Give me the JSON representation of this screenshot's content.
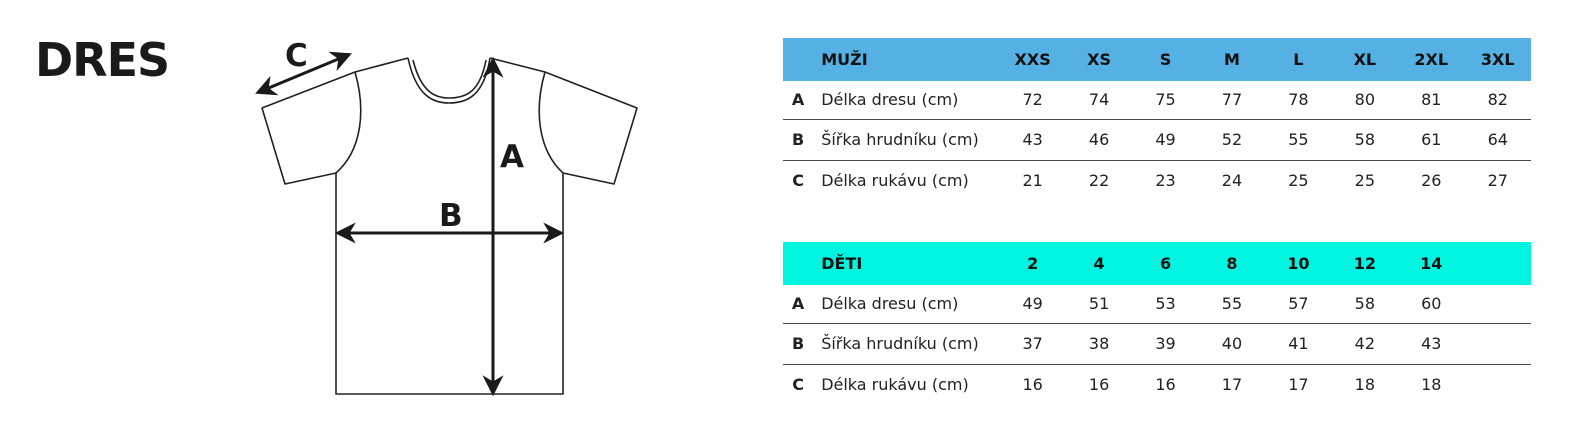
{
  "title": "DRES",
  "diagram": {
    "label_a": "A",
    "label_b": "B",
    "label_c": "C"
  },
  "men_table": {
    "header": "MUŽI",
    "sizes": [
      "XXS",
      "XS",
      "S",
      "M",
      "L",
      "XL",
      "2XL",
      "3XL"
    ],
    "header_color": "#55b0e3",
    "rows": [
      {
        "letter": "A",
        "label": "Délka dresu (cm)",
        "values": [
          "72",
          "74",
          "75",
          "77",
          "78",
          "80",
          "81",
          "82"
        ]
      },
      {
        "letter": "B",
        "label": "Šířka hrudníku (cm)",
        "values": [
          "43",
          "46",
          "49",
          "52",
          "55",
          "58",
          "61",
          "64"
        ]
      },
      {
        "letter": "C",
        "label": "Délka rukávu (cm)",
        "values": [
          "21",
          "22",
          "23",
          "24",
          "25",
          "25",
          "26",
          "27"
        ]
      }
    ]
  },
  "kids_table": {
    "header": "DĚTI",
    "sizes": [
      "2",
      "4",
      "6",
      "8",
      "10",
      "12",
      "14"
    ],
    "header_color": "#00f5e0",
    "rows": [
      {
        "letter": "A",
        "label": "Délka dresu (cm)",
        "values": [
          "49",
          "51",
          "53",
          "55",
          "57",
          "58",
          "60"
        ]
      },
      {
        "letter": "B",
        "label": "Šířka hrudníku (cm)",
        "values": [
          "37",
          "38",
          "39",
          "40",
          "41",
          "42",
          "43"
        ]
      },
      {
        "letter": "C",
        "label": "Délka rukávu (cm)",
        "values": [
          "16",
          "16",
          "16",
          "17",
          "17",
          "18",
          "18"
        ]
      }
    ]
  }
}
